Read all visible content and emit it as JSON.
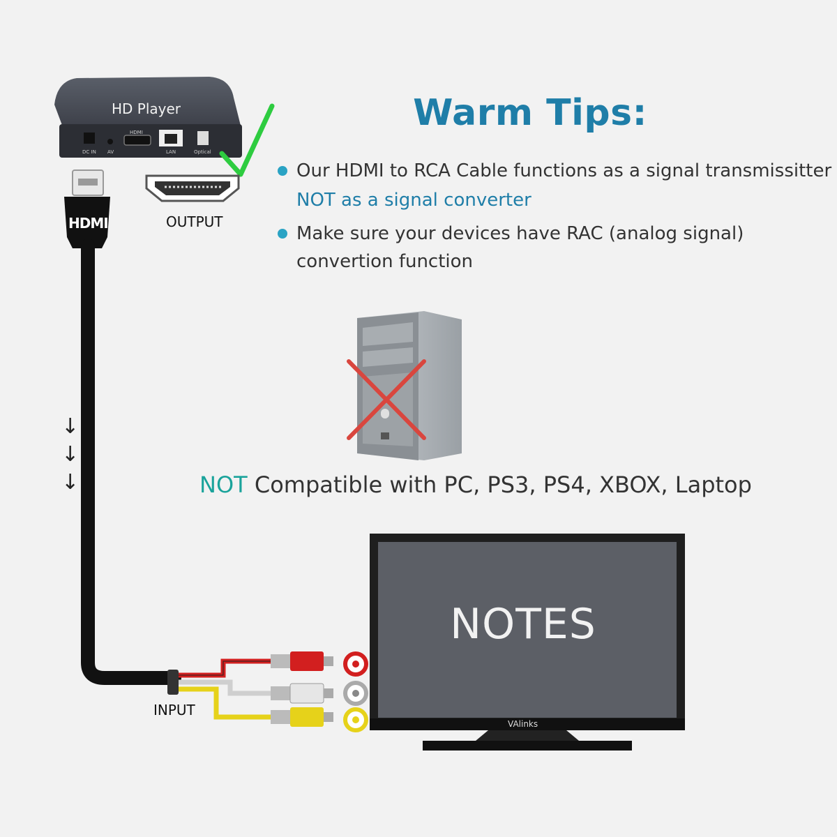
{
  "player": {
    "name": "HD Player",
    "ports": [
      "DC IN",
      "AV",
      "HDMI",
      "LAN",
      "Optical"
    ]
  },
  "cable": {
    "plug_label": "HDMI"
  },
  "labels": {
    "output": "OUTPUT",
    "input": "INPUT"
  },
  "tips": {
    "title": "Warm Tips:",
    "items": [
      {
        "line1": "Our HDMI to RCA Cable functions as a signal transmissitter",
        "line2": "NOT as a signal converter"
      },
      {
        "line1": "Make sure your devices have RAC (analog signal)",
        "line2": "convertion function"
      }
    ]
  },
  "compat": {
    "highlight": "NOT",
    "rest": " Compatible with PC, PS3, PS4, XBOX, Laptop"
  },
  "arrows": [
    "↓",
    "↓",
    "↓"
  ],
  "tv": {
    "screen_text": "NOTES",
    "brand": "VAlinks"
  },
  "colors": {
    "accent": "#1f7ea8",
    "teal": "#1aa39b",
    "check": "#2ecc40",
    "cross": "#d9463e"
  }
}
